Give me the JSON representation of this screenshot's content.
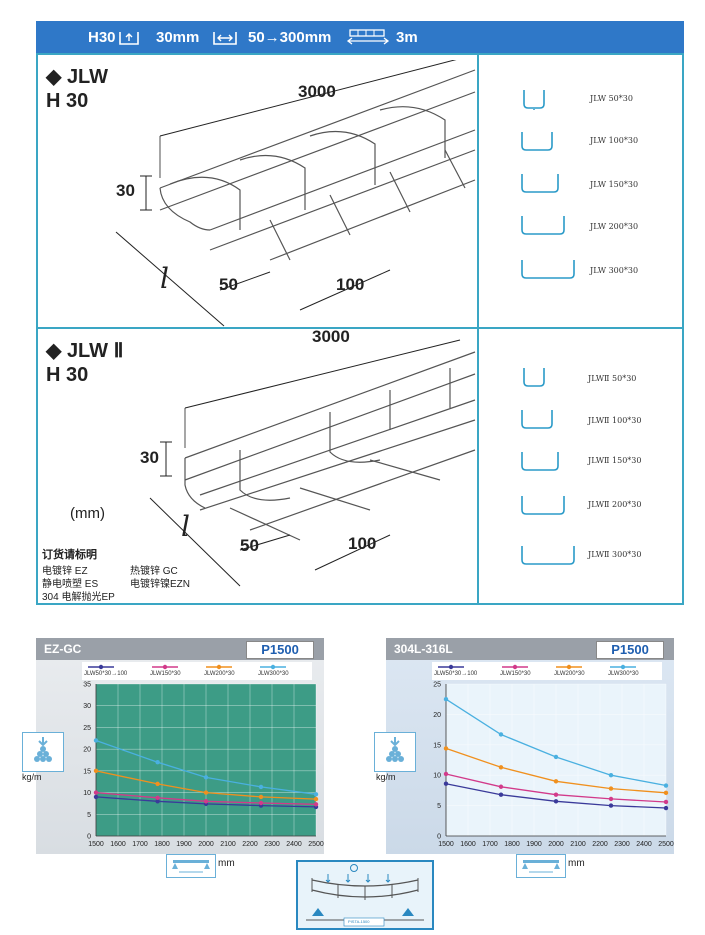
{
  "header": {
    "height_spec": "H30",
    "height_val": "30mm",
    "width_spec": "50→300mm",
    "length_spec": "3m"
  },
  "section1": {
    "title": "◆ JLW",
    "subtitle": "H 30",
    "dim_length": "3000",
    "dim_height": "30",
    "dim_l": "l",
    "dim_50": "50",
    "dim_100": "100",
    "products": [
      "JLW 50*30",
      "JLW 100*30",
      "JLW 150*30",
      "JLW 200*30",
      "JLW 300*30"
    ]
  },
  "section2": {
    "title": "◆ JLW Ⅱ",
    "subtitle": "H 30",
    "dim_length": "3000",
    "dim_height": "30",
    "dim_l": "l",
    "dim_50": "50",
    "dim_100": "100",
    "unit": "(mm)",
    "order_title": "订货请标明",
    "finishes": [
      "电镀锌 EZ",
      "热镀锌 GC",
      "静电喷塑 ES",
      "电镀锌镍EZN",
      "304 电解抛光EP"
    ],
    "products": [
      "JLWⅡ 50*30",
      "JLWⅡ 100*30",
      "JLWⅡ 150*30",
      "JLWⅡ 200*30",
      "JLWⅡ 300*30"
    ]
  },
  "colors": {
    "accent": "#2f78c8",
    "frame": "#3aa6c4"
  },
  "chart_data": [
    {
      "type": "line",
      "title": "EZ-GC",
      "badge": "P1500",
      "ylabel": "kg/m",
      "xlabel": "mm",
      "categories": [
        1500,
        1600,
        1700,
        1800,
        1900,
        2000,
        2100,
        2200,
        2300,
        2400,
        2500
      ],
      "x": [
        1500,
        1780,
        2000,
        2250,
        2500
      ],
      "ylim": [
        0,
        35
      ],
      "yticks": [
        0,
        5,
        10,
        15,
        20,
        25,
        30,
        35
      ],
      "series": [
        {
          "name": "JLW50*30→100",
          "color": "#3a3a9a",
          "values": [
            9.0,
            8.0,
            7.4,
            7.0,
            6.7
          ]
        },
        {
          "name": "JLW150*30",
          "color": "#d23a8a",
          "values": [
            10.0,
            8.8,
            8.0,
            7.6,
            7.3
          ]
        },
        {
          "name": "JLW200*30",
          "color": "#f0901e",
          "values": [
            15.0,
            12.0,
            10.0,
            9.0,
            8.5
          ]
        },
        {
          "name": "JLW300*30",
          "color": "#4ab0e0",
          "values": [
            22.0,
            17.0,
            13.5,
            11.3,
            9.6
          ]
        }
      ]
    },
    {
      "type": "line",
      "title": "304L-316L",
      "badge": "P1500",
      "ylabel": "kg/m",
      "xlabel": "mm",
      "categories": [
        1500,
        1600,
        1700,
        1800,
        1900,
        2000,
        2100,
        2200,
        2300,
        2400,
        2500
      ],
      "x": [
        1500,
        1750,
        2000,
        2250,
        2500
      ],
      "ylim": [
        0,
        25
      ],
      "yticks": [
        0,
        5,
        10,
        15,
        20,
        25
      ],
      "series": [
        {
          "name": "JLW50*30→100",
          "color": "#3a3a9a",
          "values": [
            8.6,
            6.8,
            5.7,
            5.0,
            4.6
          ]
        },
        {
          "name": "JLW150*30",
          "color": "#d23a8a",
          "values": [
            10.2,
            8.1,
            6.8,
            6.1,
            5.6
          ]
        },
        {
          "name": "JLW200*30",
          "color": "#f0901e",
          "values": [
            14.4,
            11.3,
            9.0,
            7.8,
            7.1
          ]
        },
        {
          "name": "JLW300*30",
          "color": "#4ab0e0",
          "values": [
            22.5,
            16.7,
            13.0,
            10.0,
            8.3
          ]
        }
      ]
    }
  ],
  "bottom_diagram": {
    "caption": "PISTA-1500"
  }
}
